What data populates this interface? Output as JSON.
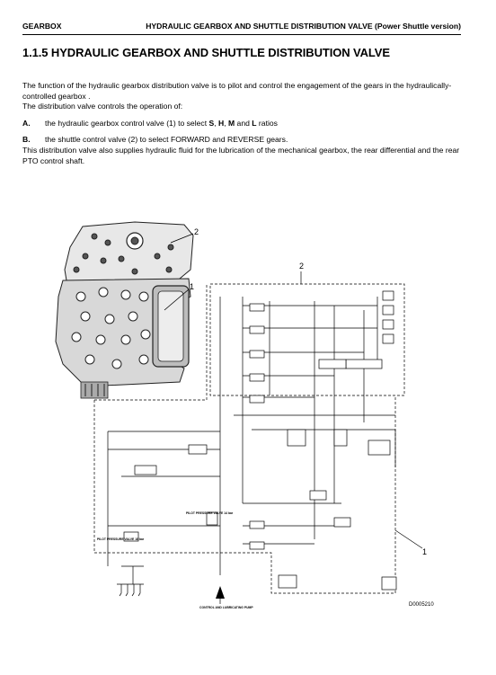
{
  "header": {
    "left": "GEARBOX",
    "right": "HYDRAULIC GEARBOX AND SHUTTLE DISTRIBUTION VALVE (Power Shuttle version)"
  },
  "title": "1.1.5 HYDRAULIC GEARBOX AND SHUTTLE DISTRIBUTION VALVE",
  "para1": "The function of the hydraulic gearbox distribution valve is to pilot and control the engagement of the gears in the hydraulically-controlled gearbox .",
  "para2": "The distribution valve controls the operation of:",
  "itemA": {
    "key": "A.",
    "pre": "the hydraulic gearbox control valve (1) to select ",
    "s": "S",
    "sep1": ", ",
    "h": "H",
    "sep2": ", ",
    "m": "M",
    "and": " and ",
    "l": "L",
    "post": " ratios"
  },
  "itemB": {
    "key": "B.",
    "text": "the shuttle control valve (2) to select FORWARD and REVERSE gears."
  },
  "para3": "This distribution valve also supplies hydraulic fluid for the lubrication of the mechanical gearbox, the rear differential and the rear PTO control shaft.",
  "figure": {
    "callout_2_top": "2",
    "callout_2_diagram": "2",
    "callout_1_photo": "1",
    "callout_1_diagram": "1",
    "pilot_pressure_valve_a": "PILOT PRESSURE VALVE 14 bar",
    "pilot_pressure_valve_b": "PILOT PRESSURE VALVE 18 bar",
    "control_pump": "CONTROL AND LUBRICATING PUMP",
    "ref": "D0005210"
  }
}
